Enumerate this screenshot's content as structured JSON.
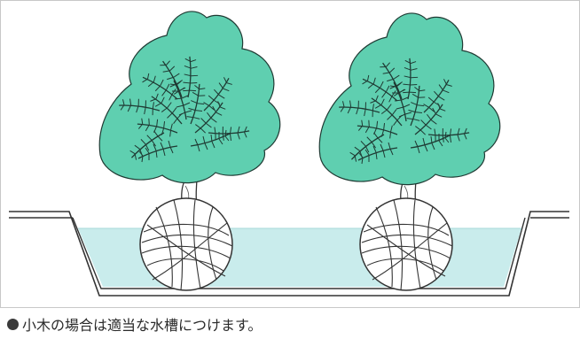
{
  "caption": {
    "text": "小木の場合は適当な水槽につけます。",
    "bullet_icon": "filled-circle-bullet"
  },
  "colors": {
    "foliage": "#5fcfb0",
    "foliage_stroke": "#1f3a33",
    "water": "#c9ecec",
    "water_edge": "#a7d9d9",
    "root_ball": "#ffffff",
    "outline": "#333333"
  },
  "illustration": {
    "trees": [
      {
        "name": "left-tree"
      },
      {
        "name": "right-tree"
      }
    ]
  }
}
